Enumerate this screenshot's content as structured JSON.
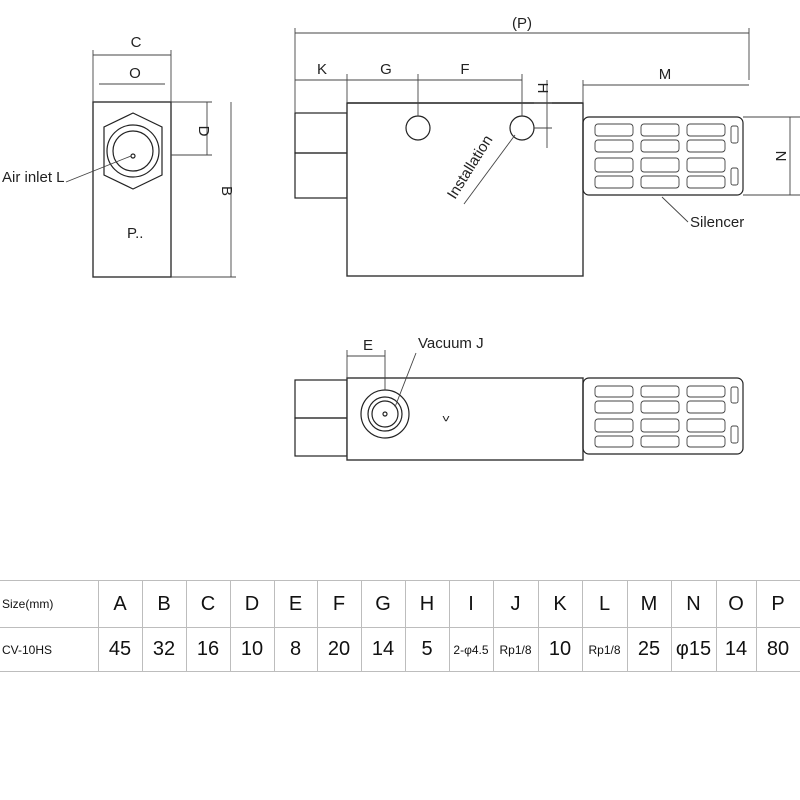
{
  "labels": {
    "dim_C": "C",
    "dim_O": "O",
    "dim_D": "D",
    "dim_B": "B",
    "dim_P": "(P)",
    "dim_K": "K",
    "dim_G": "G",
    "dim_F": "F",
    "dim_H": "H",
    "dim_M": "M",
    "dim_N": "N",
    "dim_E": "E",
    "air_inlet": "Air inlet L",
    "port_mark": "P..",
    "installation": "Installation",
    "silencer": "Silencer",
    "vacuum": "Vacuum J",
    "view_arrow": "^"
  },
  "table": {
    "headers": [
      "Size(mm)",
      "A",
      "B",
      "C",
      "D",
      "E",
      "F",
      "G",
      "H",
      "I",
      "J",
      "K",
      "L",
      "M",
      "N",
      "O",
      "P"
    ],
    "rows": [
      [
        "CV-10HS",
        "45",
        "32",
        "16",
        "10",
        "8",
        "20",
        "14",
        "5",
        "2-φ4.5",
        "Rp1/8",
        "10",
        "Rp1/8",
        "25",
        "φ15",
        "14",
        "80"
      ]
    ]
  }
}
